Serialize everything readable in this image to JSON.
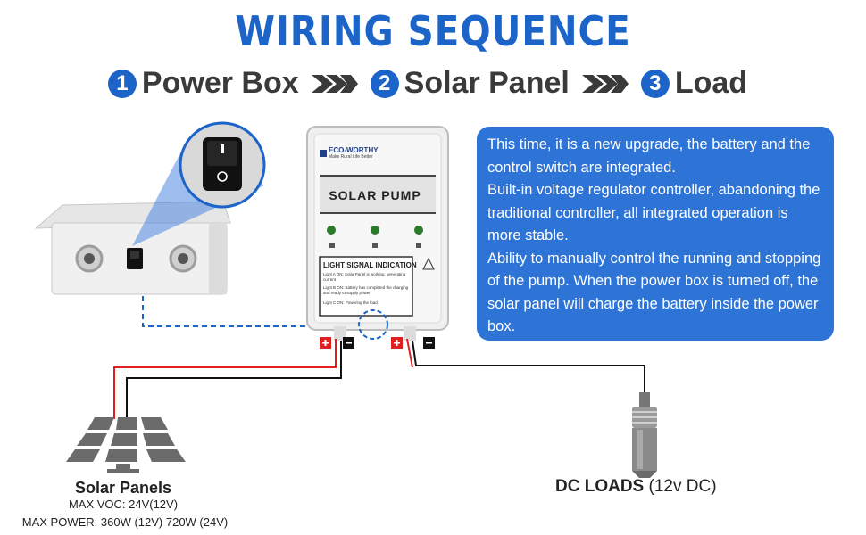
{
  "header": {
    "title": "WIRING SEQUENCE"
  },
  "steps": [
    {
      "number": "1",
      "label": "Power Box"
    },
    {
      "number": "2",
      "label": "Solar Panel"
    },
    {
      "number": "3",
      "label": "Load"
    }
  ],
  "info": {
    "paragraphs": [
      "This time, it is a new upgrade, the battery and the control switch are integrated.",
      "Built-in voltage regulator controller, abandoning the traditional controller, all integrated operation is more stable.",
      "Ability to manually control the running and stopping of the pump. When the power box is turned off, the solar panel will charge the battery inside the power box."
    ]
  },
  "device": {
    "brand": "ECO-WORTHY",
    "tagline": "Make Rural Life Better",
    "label": "SOLAR PUMP",
    "signal_title": "LIGHT SIGNAL INDICATION",
    "signal_lines": [
      "Light A ON: Solar Panel is working, generating current",
      "Light B ON: Battery has completed the charging and ready to supply power",
      "Light C ON: Powering the load"
    ]
  },
  "solar": {
    "title": "Solar Panels",
    "max_voc": "MAX VOC: 24V(12V)",
    "max_power": "MAX POWER: 360W (12V) 720W (24V)"
  },
  "loads": {
    "label": "DC LOADS",
    "spec": "(12v DC)"
  },
  "colors": {
    "accent": "#1c64c7",
    "info_bg": "#2e73d6",
    "positive": "#e02020",
    "negative": "#111111",
    "dashed": "#1c64c7"
  }
}
